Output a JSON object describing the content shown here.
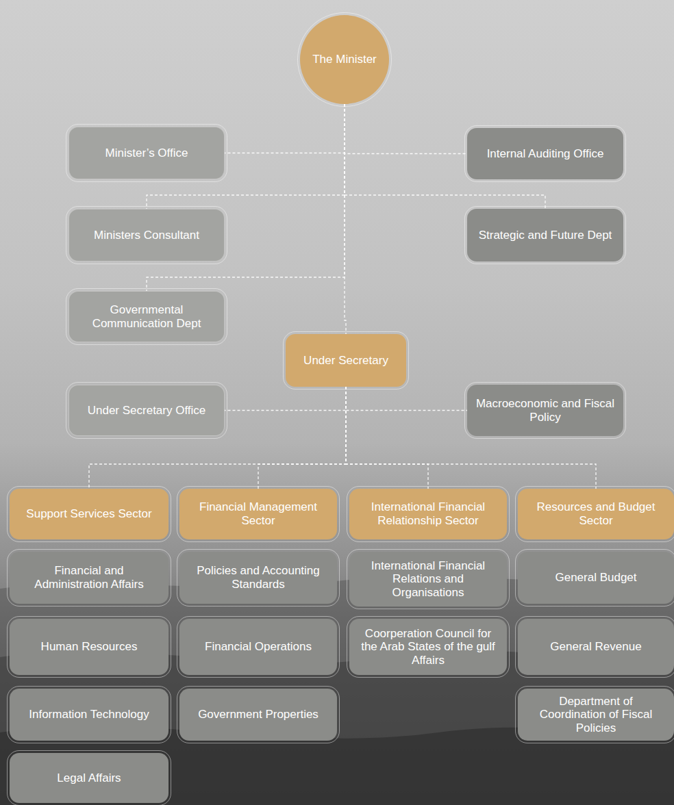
{
  "diagram": {
    "nodes": [
      {
        "text": [
          "The Minister"
        ]
      },
      {
        "text": [
          "Minister’s Office"
        ]
      },
      {
        "text": [
          "Internal Auditing Office"
        ]
      },
      {
        "text": [
          "Ministers Consultant"
        ]
      },
      {
        "text": [
          "Strategic and Future Dept"
        ]
      },
      {
        "text": [
          "Governmental Communication Dept"
        ]
      },
      {
        "text": [
          "Under Secretary"
        ]
      },
      {
        "text": [
          "Under Secretary Office"
        ]
      },
      {
        "text": [
          "Macroeconomic and Fiscal Policy"
        ]
      },
      {
        "text": [
          "Support Services Sector"
        ]
      },
      {
        "text": [
          "Financial Management Sector"
        ]
      },
      {
        "text": [
          "International Financial Relationship Sector"
        ]
      },
      {
        "text": [
          "Resources and Budget Sector"
        ]
      },
      {
        "text": [
          "Financial and Administration Affairs"
        ]
      },
      {
        "text": [
          "Policies and Accounting Standards"
        ]
      },
      {
        "text": [
          "International Financial Relations and Organisations"
        ]
      },
      {
        "text": [
          "General Budget"
        ]
      },
      {
        "text": [
          "Human Resources"
        ]
      },
      {
        "text": [
          "Financial Operations"
        ]
      },
      {
        "text": [
          "Coorperation Council for the Arab States of the gulf Affairs"
        ]
      },
      {
        "text": [
          "General Revenue"
        ]
      },
      {
        "text": [
          "Information Technology"
        ]
      },
      {
        "text": [
          "Government Properties"
        ]
      },
      {
        "text": [
          "Department of Coordination of Fiscal Policies"
        ]
      },
      {
        "text": [
          "Legal Affairs"
        ]
      }
    ],
    "edges": [
      {
        "from": 0,
        "to": 1,
        "arrow": "none"
      },
      {
        "from": 0,
        "to": 2,
        "arrow": "none"
      },
      {
        "from": 0,
        "to": 3,
        "arrow": "none"
      },
      {
        "from": 0,
        "to": 4,
        "arrow": "none"
      },
      {
        "from": 0,
        "to": 5,
        "arrow": "none"
      },
      {
        "from": 0,
        "to": 6,
        "arrow": "none"
      },
      {
        "from": 6,
        "to": 7,
        "arrow": "none"
      },
      {
        "from": 6,
        "to": 8,
        "arrow": "none"
      },
      {
        "from": 6,
        "to": 9,
        "arrow": "none"
      },
      {
        "from": 6,
        "to": 10,
        "arrow": "none"
      },
      {
        "from": 6,
        "to": 11,
        "arrow": "none"
      },
      {
        "from": 6,
        "to": 12,
        "arrow": "none"
      }
    ]
  }
}
